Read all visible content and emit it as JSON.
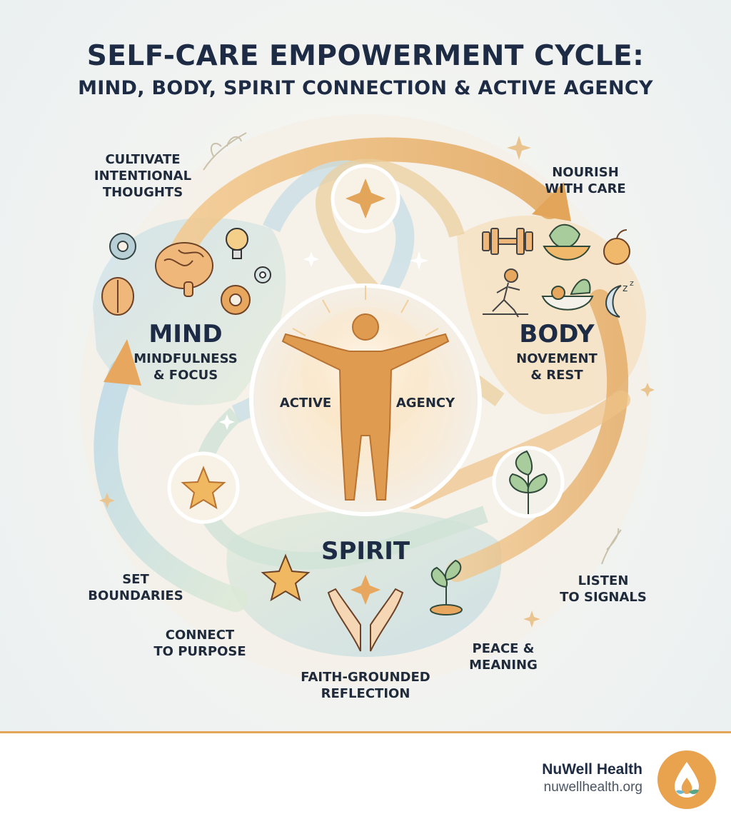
{
  "title_line1": "SELF-CARE EMPOWERMENT CYCLE:",
  "title_line2": "MIND, BODY, SPIRIT CONNECTION & ACTIVE AGENCY",
  "mind": {
    "title": "MIND",
    "subtitle_1": "MINDFULNESS",
    "subtitle_2": "& FOCUS"
  },
  "body_section": {
    "title": "BODY",
    "subtitle_1": "NOVEMENT",
    "subtitle_2": "& REST"
  },
  "spirit": {
    "title": "SPIRIT"
  },
  "center": {
    "left": "ACTIVE",
    "right": "AGENCY"
  },
  "labels": {
    "cultivate": [
      "CULTIVATE",
      "INTENTIONAL",
      "THOUGHTS"
    ],
    "nourish": [
      "NOURISH",
      "WITH CARE"
    ],
    "boundaries": [
      "SET",
      "BOUNDARIES"
    ],
    "listen": [
      "LISTEN",
      "TO SIGNALS"
    ],
    "connect": [
      "CONNECT",
      "TO PURPOSE"
    ],
    "peace": [
      "PEACE &",
      "MEANING"
    ],
    "faith": [
      "FAITH-GROUNDED",
      "REFLECTION"
    ]
  },
  "footer": {
    "brand": "NuWell Health",
    "url": "nuwellhealth.org"
  },
  "colors": {
    "accent": "#e2a55a",
    "navy": "#1d2b45",
    "sage": "#9cbf9c",
    "sky": "#a9cfe0"
  }
}
